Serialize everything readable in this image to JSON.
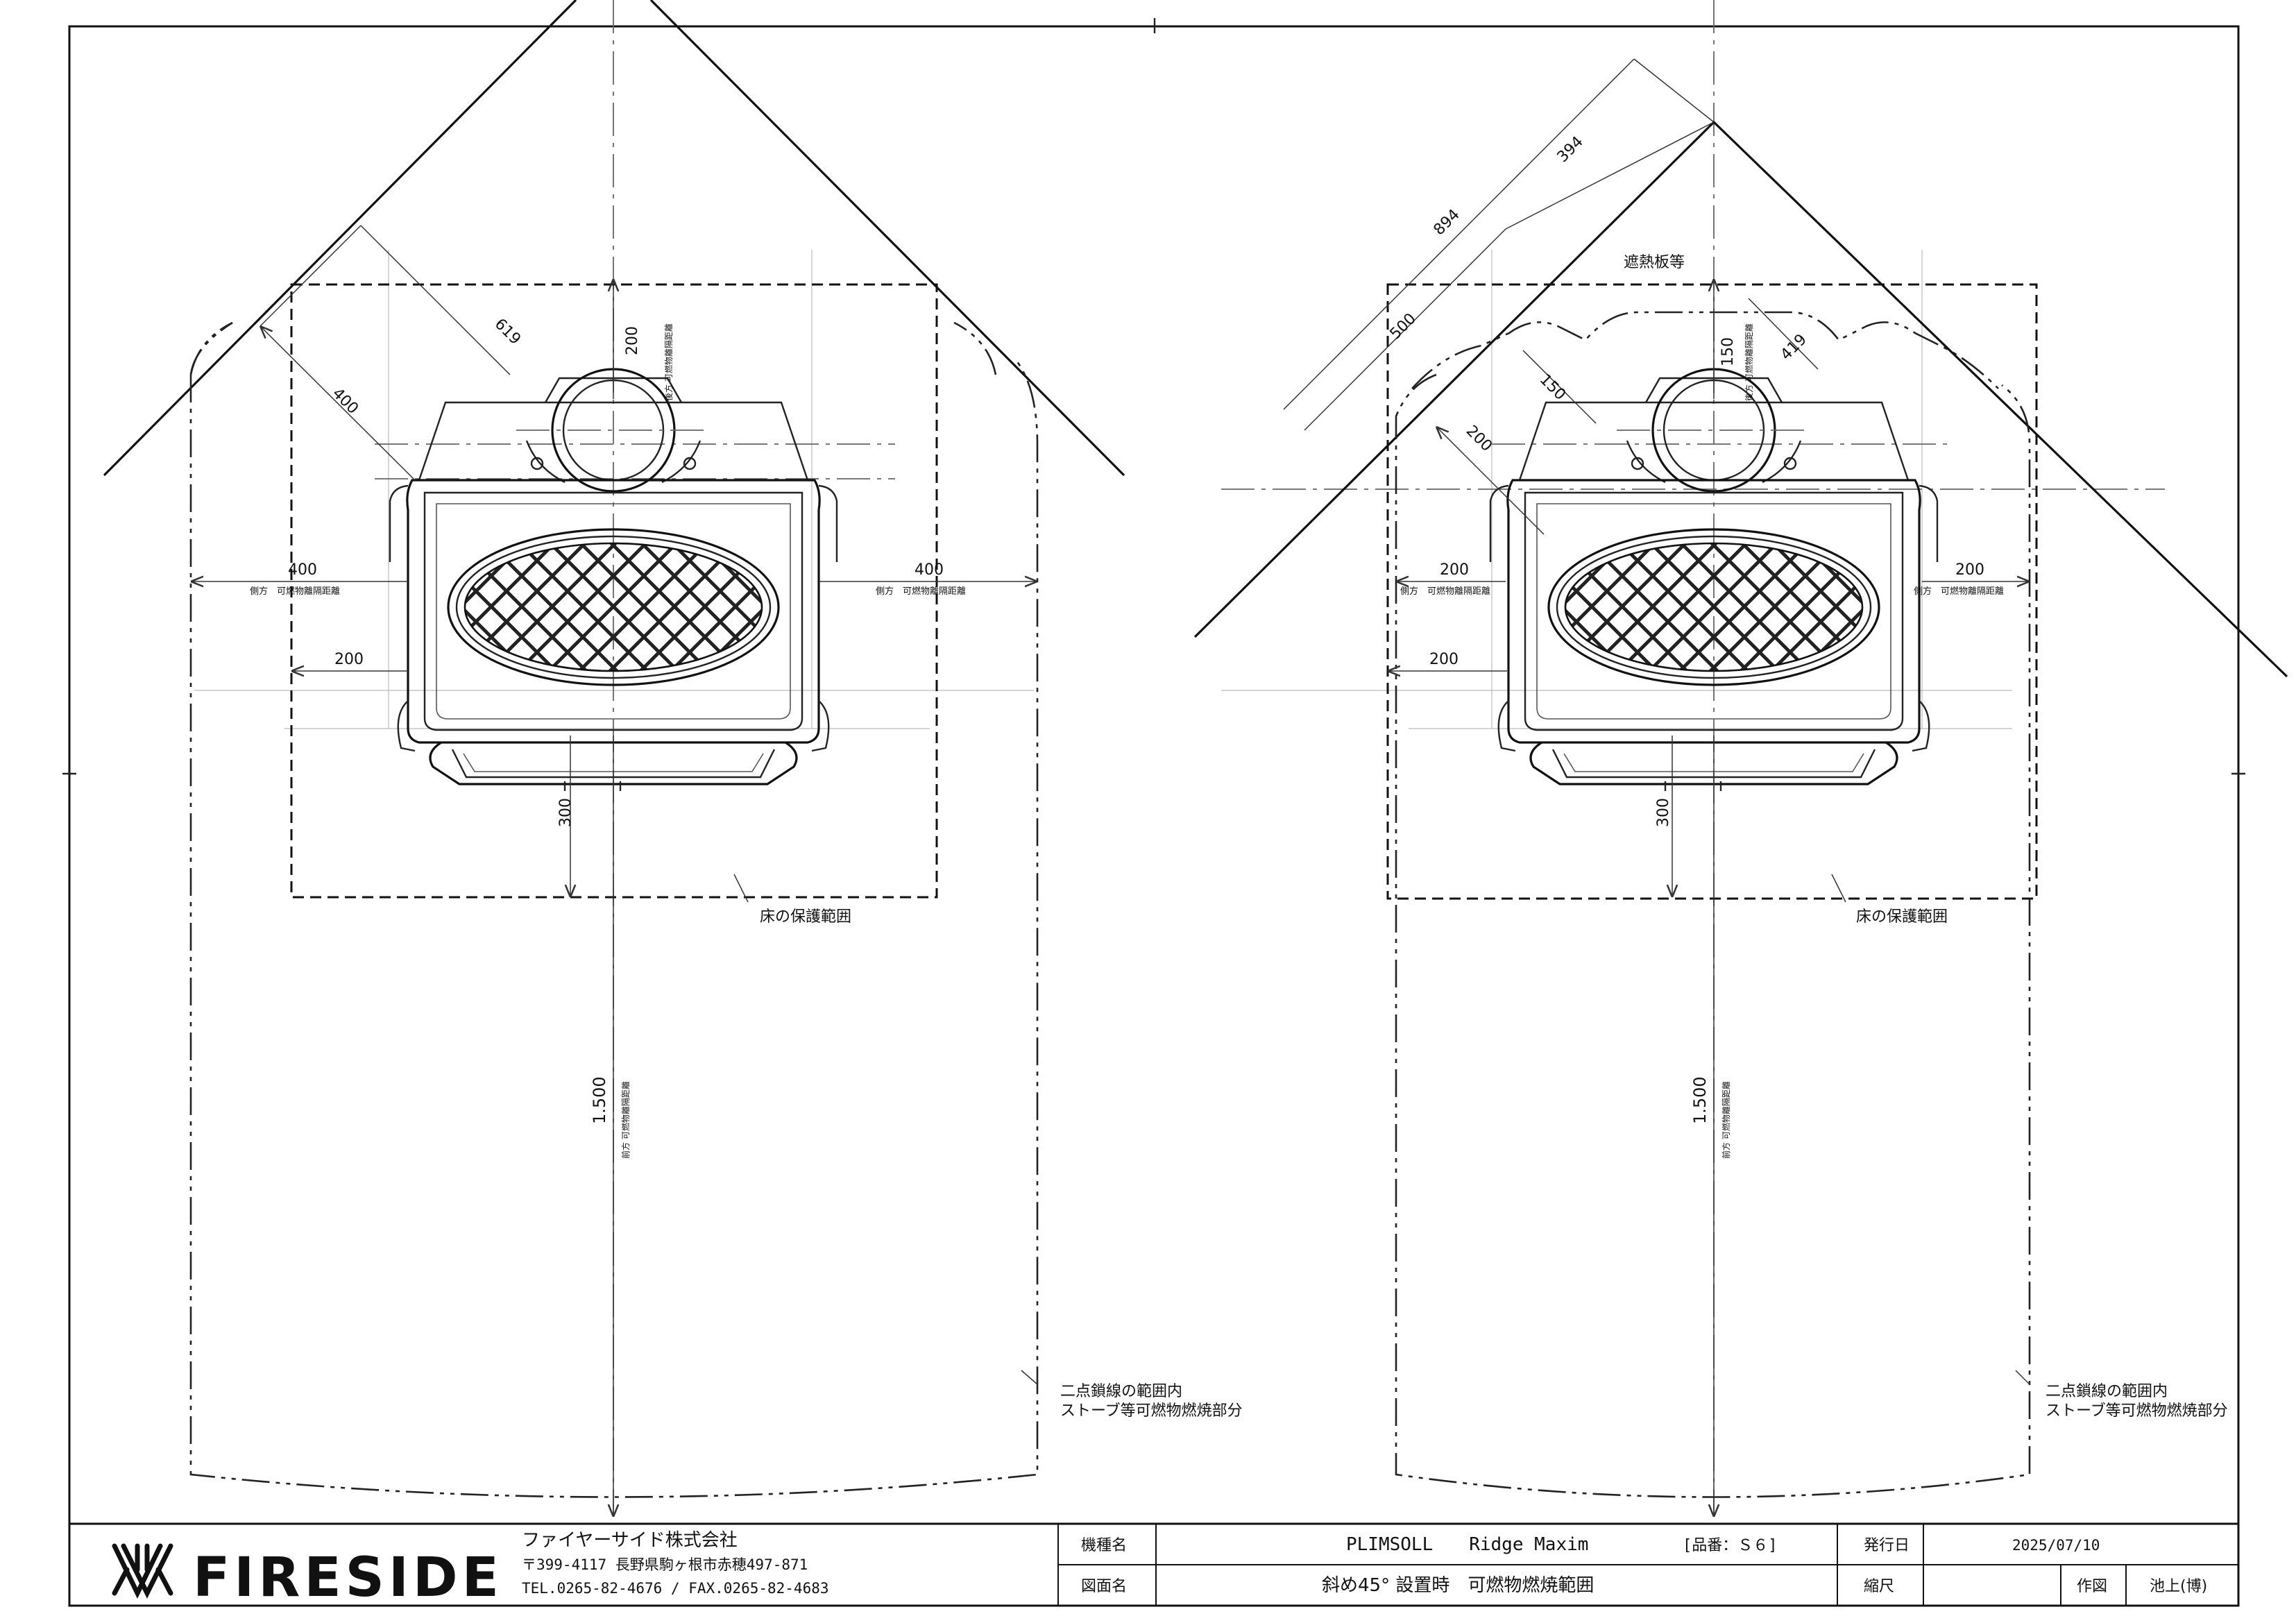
{
  "drawing": {
    "left_view": {
      "dim_619": "619",
      "dim_400_diag": "400",
      "dim_200_rear": "200",
      "rear_label": "後方 可燃物離隔距離",
      "dim_400_left": "400",
      "dim_400_right": "400",
      "side_label_left": "側方　可燃物離隔距離",
      "side_label_right": "側方　可燃物離隔距離",
      "dim_200_side": "200",
      "dim_300": "300",
      "dim_1500": "1.500",
      "front_label": "前方 可燃物離隔距離",
      "floor_label": "床の保護範囲",
      "note_line1": "二点鎖線の範囲内",
      "note_line2": "ストーブ等可燃物燃焼部分"
    },
    "right_view": {
      "dim_894": "894",
      "dim_394": "394",
      "dim_500": "500",
      "dim_150_diag": "150",
      "dim_200_diag": "200",
      "dim_150_rear": "150",
      "rear_label": "後方 可燃物離隔距離",
      "dim_419": "419",
      "shield_label": "遮熱板等",
      "dim_200_left": "200",
      "dim_200_right": "200",
      "side_label_left": "側方　可燃物離隔距離",
      "side_label_right": "側方　可燃物離隔距離",
      "dim_200_side": "200",
      "dim_300": "300",
      "dim_1500": "1.500",
      "front_label": "前方 可燃物離隔距離",
      "floor_label": "床の保護範囲",
      "note_line1": "二点鎖線の範囲内",
      "note_line2": "ストーブ等可燃物燃焼部分"
    }
  },
  "title_block": {
    "logo_text": "FIRESIDE",
    "company_name": "ファイヤーサイド株式会社",
    "address": "〒399-4117 長野県駒ヶ根市赤穂497-871",
    "phone_fax": "TEL.0265-82-4676 / FAX.0265-82-4683",
    "model_label": "機種名",
    "model_value": "PLIMSOLL　　Ridge Maxim",
    "part_number": "[品番：Ｓ６]",
    "drawing_label": "図面名",
    "drawing_value": "斜め45° 設置時　可燃物燃焼範囲",
    "issue_label": "発行日",
    "issue_value": "2025/07/10",
    "scale_label": "縮尺",
    "drawn_label": "作図",
    "drawn_value": "池上(博)"
  }
}
